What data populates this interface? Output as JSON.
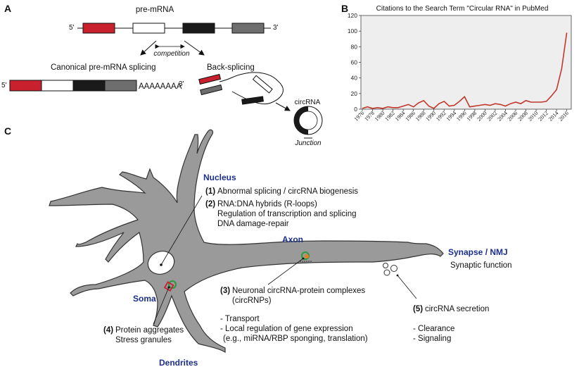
{
  "panel_a": {
    "letter": "A",
    "title": "pre-mRNA",
    "five_prime": "5'",
    "three_prime": "3'",
    "competition": "competition",
    "canonical": "Canonical pre-mRNA splicing",
    "backsplicing": "Back-splicing",
    "polya": "AAAAAAAA",
    "circrna": "circRNA",
    "junction": "Junction",
    "colors": {
      "exon1": "#c8202d",
      "exon2": "#ffffff",
      "exon3": "#1a1a1a",
      "exon4": "#6e6e6e"
    }
  },
  "panel_b": {
    "letter": "B",
    "chart_data": {
      "type": "line",
      "title": "Citations to the Search Term \"Circular RNA\" in PubMed",
      "x_tick_labels": [
        "1976",
        "1978",
        "1980",
        "1982",
        "1984",
        "1986",
        "1988",
        "1990",
        "1992",
        "1994",
        "1996",
        "1998",
        "2000",
        "2002",
        "2004",
        "2006",
        "2008",
        "2010",
        "2012",
        "2014",
        "2016"
      ],
      "ylim": [
        0,
        120
      ],
      "y_ticks": [
        0,
        20,
        40,
        60,
        80,
        100,
        120
      ],
      "grid": false,
      "background": "#eeeeee",
      "series": [
        {
          "color": "#c0392b",
          "x": [
            1976,
            1977,
            1978,
            1979,
            1980,
            1981,
            1982,
            1983,
            1984,
            1985,
            1986,
            1987,
            1988,
            1989,
            1990,
            1991,
            1992,
            1993,
            1994,
            1995,
            1996,
            1997,
            1998,
            1999,
            2000,
            2001,
            2002,
            2003,
            2004,
            2005,
            2006,
            2007,
            2008,
            2009,
            2010,
            2011,
            2012,
            2013,
            2014,
            2015,
            2016
          ],
          "y": [
            1,
            3,
            1,
            2,
            1,
            3,
            2,
            2,
            4,
            6,
            3,
            8,
            11,
            4,
            1,
            7,
            10,
            4,
            5,
            10,
            16,
            3,
            4,
            5,
            6,
            5,
            7,
            6,
            4,
            7,
            9,
            7,
            11,
            9,
            9,
            9,
            10,
            17,
            25,
            52,
            98
          ]
        }
      ]
    }
  },
  "panel_c": {
    "letter": "C",
    "nucleus": "Nucleus",
    "axon": "Axon",
    "soma": "Soma",
    "dendrites": "Dendrites",
    "synapse": "Synapse / NMJ",
    "synaptic_function": "Synaptic function",
    "item1_num": "(1)",
    "item1_text": "Abnormal splicing / circRNA biogenesis",
    "item2_num": "(2)",
    "item2_line1": "RNA:DNA hybrids (R-loops)",
    "item2_line2": "Regulation of transcription and splicing",
    "item2_line3": "DNA damage-repair",
    "item3_num": "(3)",
    "item3_line1": "Neuronal circRNA-protein complexes",
    "item3_line2": "(circRNPs)",
    "item3_sub1": "- Transport",
    "item3_sub2": "- Local regulation of gene expression",
    "item3_sub3": "(e.g., miRNA/RBP sponging, translation)",
    "item4_num": "(4)",
    "item4_line1": "Protein aggregates",
    "item4_line2": "Stress granules",
    "item5_num": "(5)",
    "item5_line1": "circRNA secretion",
    "item5_sub1": "- Clearance",
    "item5_sub2": "- Signaling",
    "colors": {
      "neuron": "#9a9a9a",
      "label_blue": "#1c2f8a"
    }
  }
}
